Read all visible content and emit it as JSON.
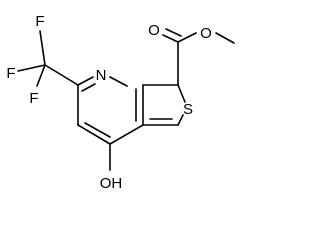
{
  "molecule": {
    "atoms": {
      "f_top": "F",
      "f_left": "F",
      "f_bottom": "F",
      "ring_nitrogen": "N",
      "ring_sulfur": "S",
      "hydroxyl": "OH",
      "carbonyl_oxygen": "O",
      "ester_oxygen": "O"
    }
  }
}
